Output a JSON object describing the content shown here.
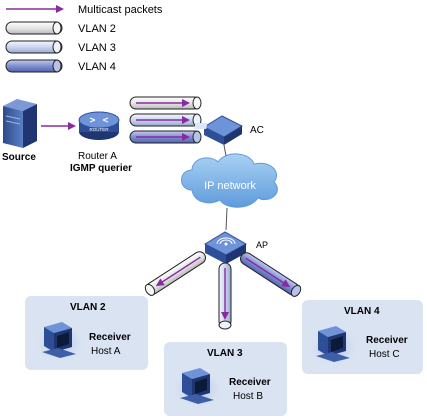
{
  "legend": {
    "multicast": "Multicast packets",
    "vlan2": "VLAN 2",
    "vlan3": "VLAN 3",
    "vlan4": "VLAN 4"
  },
  "devices": {
    "source": "Source",
    "router_name": "Router A",
    "router_role": "IGMP querier",
    "router_badge": "ROUTER",
    "ac": "AC",
    "network": "IP network",
    "ap": "AP"
  },
  "hosts": {
    "a": {
      "vlan": "VLAN 2",
      "role": "Receiver",
      "name": "Host A"
    },
    "b": {
      "vlan": "VLAN 3",
      "role": "Receiver",
      "name": "Host B"
    },
    "c": {
      "vlan": "VLAN 4",
      "role": "Receiver",
      "name": "Host C"
    }
  },
  "colors": {
    "multicast": "#8a2aa0",
    "vlan2": "#ededed",
    "vlan3": "#cfd9ee",
    "vlan4": "#8a9bd6",
    "host_box": "#d9e3f1",
    "device": "#3f63b0"
  }
}
